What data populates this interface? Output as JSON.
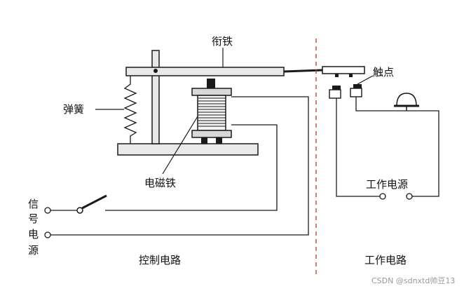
{
  "labels": {
    "armature": "衔铁",
    "contact": "触点",
    "spring": "弹簧",
    "electromagnet": "电磁铁",
    "work_power": "工作电源",
    "signal_line1": "信",
    "signal_line2": "号",
    "signal_line3": "电",
    "signal_line4": "源",
    "control_circuit": "控制电路",
    "work_circuit": "工作电路"
  },
  "watermark": "CSDN @sdnxtd帅豆13",
  "colors": {
    "line": "#1a1a1a",
    "divider": "#c0392b",
    "bar_fill": "#e9e9e9",
    "coil_fill": "#f4f4f4",
    "bell_fill": "#ffffff"
  }
}
